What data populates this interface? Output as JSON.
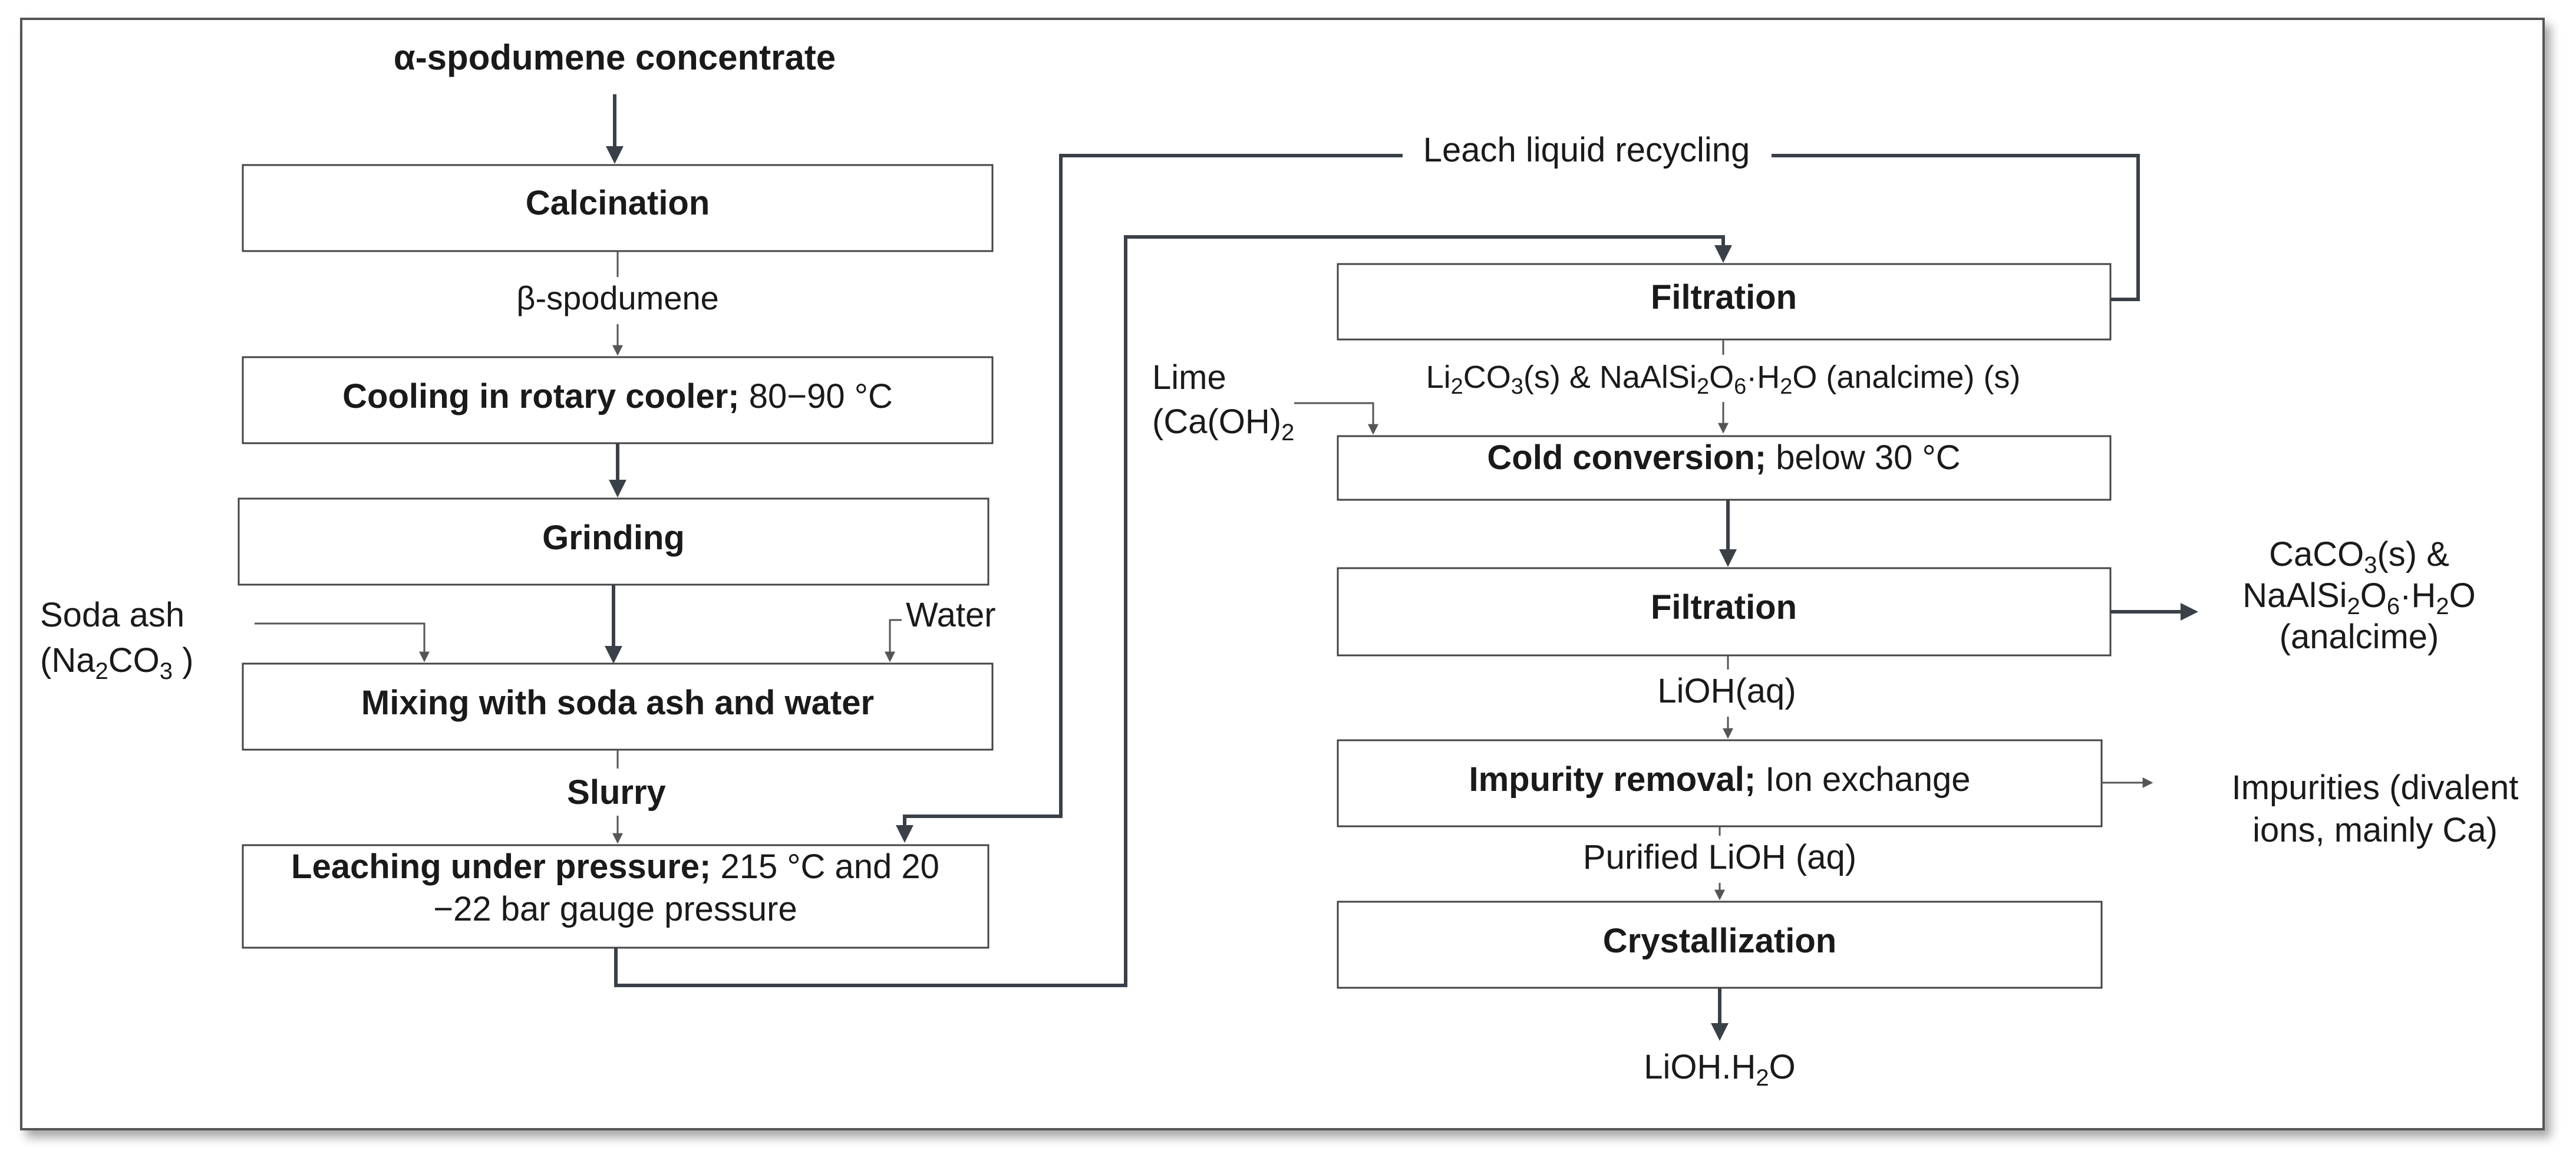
{
  "input": "α-spodumene concentrate",
  "steps_left": {
    "calcination": "Calcination",
    "beta": "β-spodumene",
    "cooling_bold": "Cooling in rotary cooler;",
    "cooling_rest": " 80−90 °C",
    "grinding": "Grinding",
    "soda_ash_1": "Soda ash",
    "soda_ash_2a": "(Na",
    "soda_ash_2sub": "2",
    "soda_ash_2b": "CO",
    "soda_ash_2sub2": "3",
    "soda_ash_2c": " )",
    "water": "Water",
    "mixing": "Mixing with soda ash and water",
    "slurry": "Slurry",
    "leach_bold": "Leaching under pressure;",
    "leach_rest1": "  215 °C and 20",
    "leach_rest2": "−22 bar gauge pressure"
  },
  "recycle_label": "Leach liquid recycling",
  "steps_right": {
    "filtration1": "Filtration",
    "li2co3_a": "Li",
    "li2co3_s1": "2",
    "li2co3_b": "CO",
    "li2co3_s2": "3",
    "li2co3_c": "(s) & NaAlSi",
    "li2co3_s3": "2",
    "li2co3_d": "O",
    "li2co3_s4": "6",
    "li2co3_e": "·H",
    "li2co3_s5": "2",
    "li2co3_f": "O (analcime) (s)",
    "lime_1": "Lime",
    "lime_2": "(Ca(OH)",
    "lime_2sub": "2",
    "cold_bold": "Cold conversion;",
    "cold_rest": " below 30 °C",
    "filtration2": "Filtration",
    "caco3_1a": "CaCO",
    "caco3_1s": "3",
    "caco3_1b": "(s) &",
    "caco3_2a": "NaAlSi",
    "caco3_2s1": "2",
    "caco3_2b": "O",
    "caco3_2s2": "6",
    "caco3_2c": "·H",
    "caco3_2s3": "2",
    "caco3_2d": "O",
    "caco3_3": "(analcime)",
    "lioh_aq": "LiOH(aq)",
    "impurity_bold": "Impurity removal;",
    "impurity_rest": " Ion exchange",
    "impurities_1": "Impurities (divalent",
    "impurities_2": "ions, mainly Ca)",
    "purified": "Purified LiOH (aq)",
    "crystallization": "Crystallization",
    "product_a": "LiOH.H",
    "product_s": "2",
    "product_b": "O"
  }
}
